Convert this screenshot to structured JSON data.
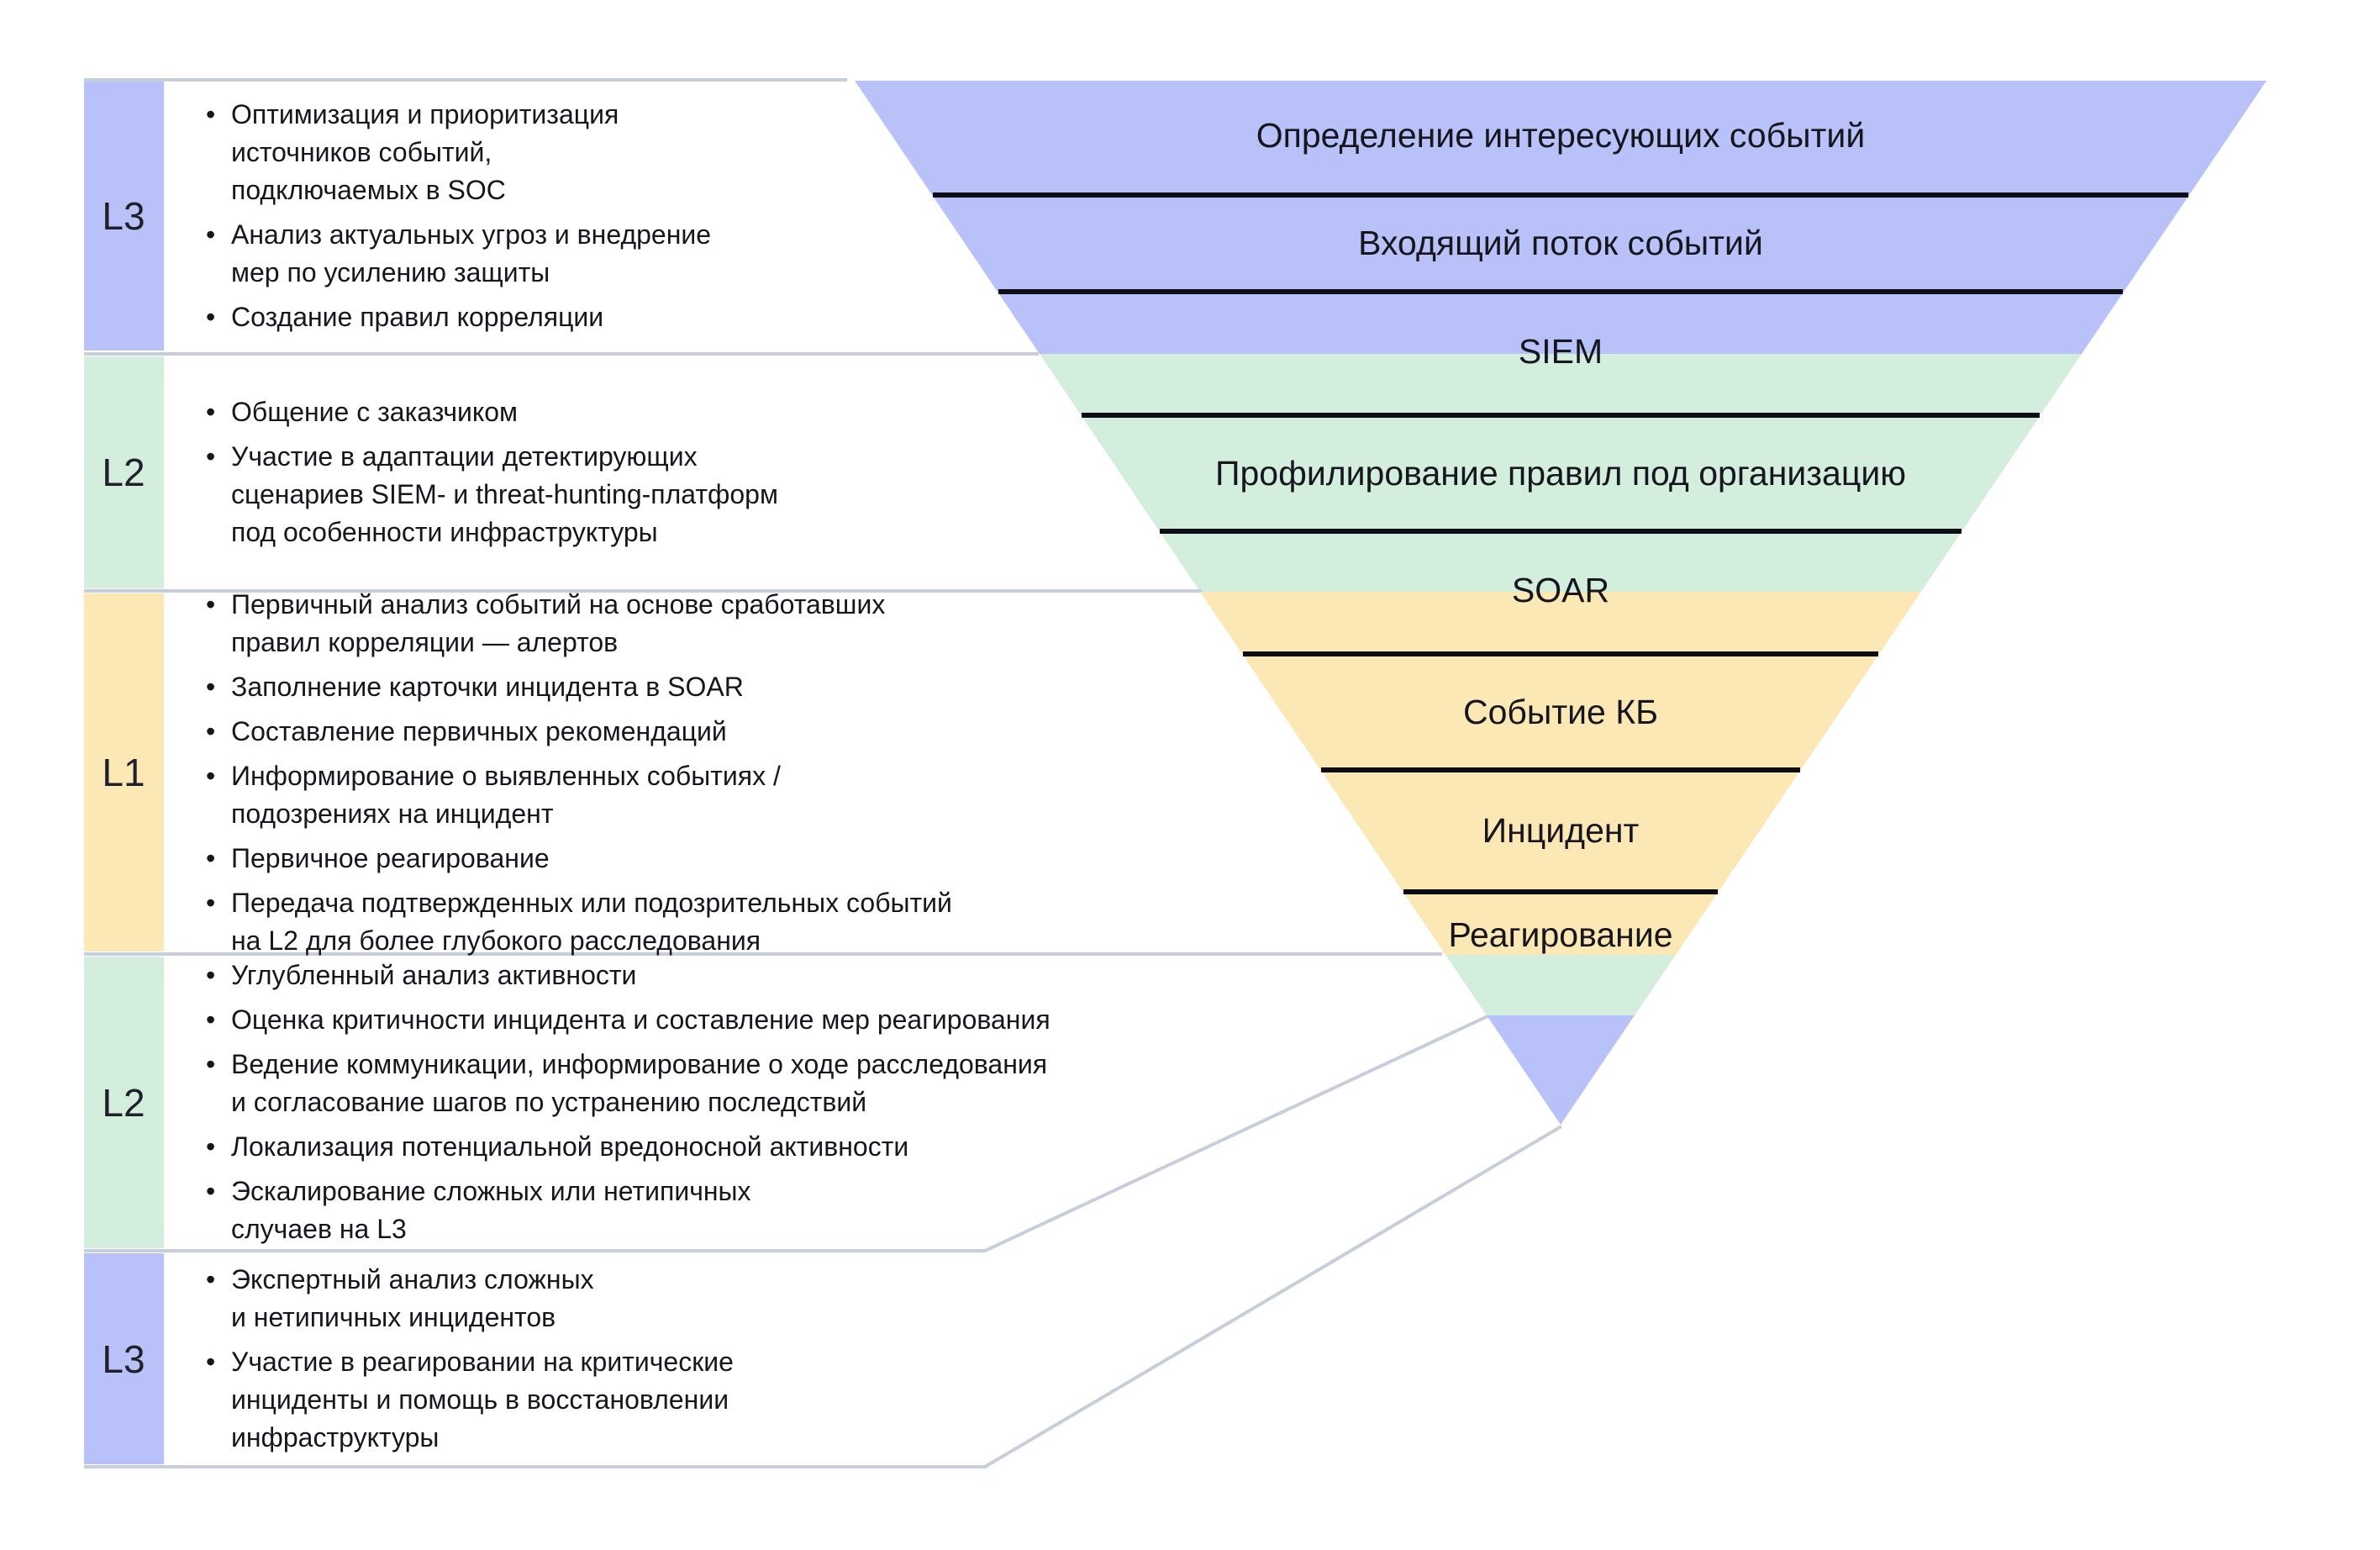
{
  "colors": {
    "band_blue": "#b8c1f8",
    "band_green": "#d3eedd",
    "band_yellow": "#fce8b5",
    "divider_black": "#0d0d15",
    "border_gray": "#c7cedb",
    "text_dark": "#16161f"
  },
  "funnel": {
    "stages": [
      "Определение интересующих событий",
      "Входящий поток событий",
      "SIEM",
      "Профилирование правил под организацию",
      "SOAR",
      "Событие КБ",
      "Инцидент",
      "Реагирование"
    ]
  },
  "levels": [
    {
      "label": "L3",
      "tab_color": "#b8c1f8",
      "bullets": [
        "Оптимизация и приоритизация\nисточников событий,\nподключаемых в SOC",
        "Анализ актуальных угроз и внедрение\nмер по усилению защиты",
        "Создание правил корреляции"
      ]
    },
    {
      "label": "L2",
      "tab_color": "#d3eedd",
      "bullets": [
        "Общение с заказчиком",
        "Участие в адаптации детектирующих\nсценариев SIEM- и threat-hunting-платформ\nпод особенности инфраструктуры"
      ]
    },
    {
      "label": "L1",
      "tab_color": "#fce8b5",
      "bullets": [
        "Первичный анализ событий на основе сработавших\nправил корреляции — алертов",
        "Заполнение карточки инцидента в SOAR",
        "Составление первичных рекомендаций",
        "Информирование о выявленных событиях /\nподозрениях на инцидент",
        "Первичное реагирование",
        "Передача подтвержденных или подозрительных событий\nна L2 для более глубокого расследования"
      ]
    },
    {
      "label": "L2",
      "tab_color": "#d3eedd",
      "bullets": [
        "Углубленный анализ активности",
        "Оценка критичности инцидента и составление мер реагирования",
        "Ведение коммуникации, информирование о ходе расследования\nи согласование шагов по устранению последствий",
        "Локализация потенциальной вредоносной активности",
        "Эскалирование сложных или нетипичных\nслучаев на L3"
      ]
    },
    {
      "label": "L3",
      "tab_color": "#b8c1f8",
      "bullets": [
        "Экспертный анализ сложных\nи нетипичных инцидентов",
        "Участие в реагировании на критические\nинциденты и помощь в восстановлении\nинфраструктуры"
      ]
    }
  ]
}
